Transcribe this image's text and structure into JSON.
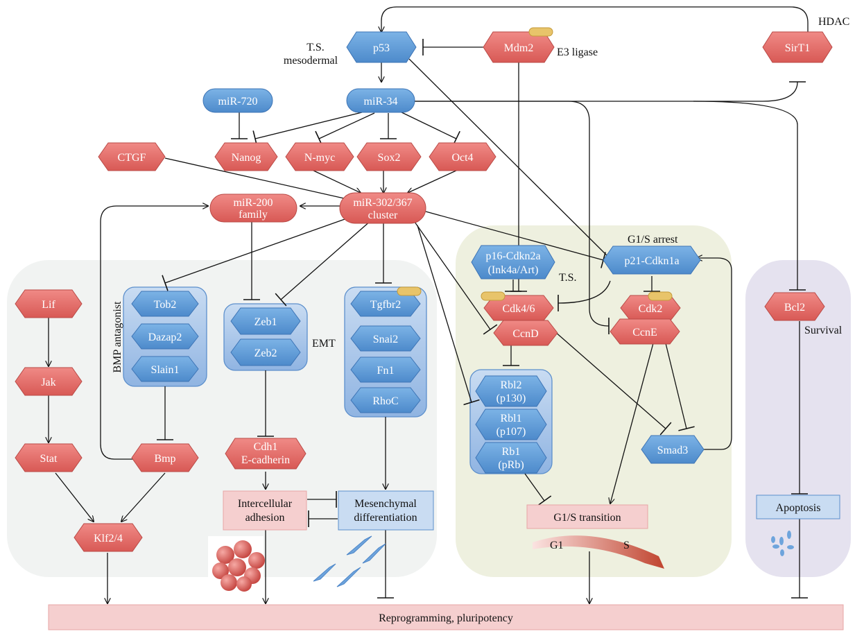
{
  "colors": {
    "red_node": "#e4706d",
    "blue_node": "#5c9bd6",
    "left_panel": "#f1f3f2",
    "middle_panel": "#eef0df",
    "right_panel": "#e5e2ef",
    "group_box": "#a9c6ea",
    "bottom_bar": "#f5cfcf",
    "phospho_mark": "#e8c46a"
  },
  "nodes": {
    "p53": "p53",
    "mdm2": "Mdm2",
    "sirt1": "SirT1",
    "mir720": "miR-720",
    "mir34": "miR-34",
    "ctgf": "CTGF",
    "nanog": "Nanog",
    "nmyc": "N-myc",
    "sox2": "Sox2",
    "oct4": "Oct4",
    "mir200_l1": "miR-200",
    "mir200_l2": "family",
    "mir302_l1": "miR-302/367",
    "mir302_l2": "cluster",
    "p16_l1": "p16-Cdkn2a",
    "p16_l2": "(Ink4a/Art)",
    "p21": "p21-Cdkn1a",
    "lif": "Lif",
    "jak": "Jak",
    "stat": "Stat",
    "bmp": "Bmp",
    "klf": "Klf2/4",
    "tob2": "Tob2",
    "dazap2": "Dazap2",
    "slain1": "Slain1",
    "zeb1": "Zeb1",
    "zeb2": "Zeb2",
    "tgfbr2": "Tgfbr2",
    "snai2": "Snai2",
    "fn1": "Fn1",
    "rhoc": "RhoC",
    "cdh1_l1": "Cdh1",
    "cdh1_l2": "E-cadherin",
    "cdk46": "Cdk4/6",
    "ccnd": "CcnD",
    "cdk2": "Cdk2",
    "ccne": "CcnE",
    "rbl2_l1": "Rbl2",
    "rbl2_l2": "(p130)",
    "rbl1_l1": "Rbl1",
    "rbl1_l2": "(p107)",
    "rb1_l1": "Rb1",
    "rb1_l2": "(pRb)",
    "smad3": "Smad3",
    "bcl2": "Bcl2"
  },
  "labels": {
    "ts_l1": "T.S.",
    "ts_l2": "mesodermal",
    "e3": "E3 ligase",
    "hdac": "HDAC",
    "bmp_antagonist": "BMP antagonist",
    "emt": "EMT",
    "g1s_arrest": "G1/S arrest",
    "ts2": "T.S.",
    "survival": "Survival",
    "g1": "G1",
    "s": "S"
  },
  "boxes": {
    "adhesion_l1": "Intercellular",
    "adhesion_l2": "adhesion",
    "mesen_l1": "Mesenchymal",
    "mesen_l2": "differentiation",
    "g1s_transition": "G1/S transition",
    "apoptosis": "Apoptosis",
    "reprogramming": "Reprogramming, pluripotency"
  }
}
